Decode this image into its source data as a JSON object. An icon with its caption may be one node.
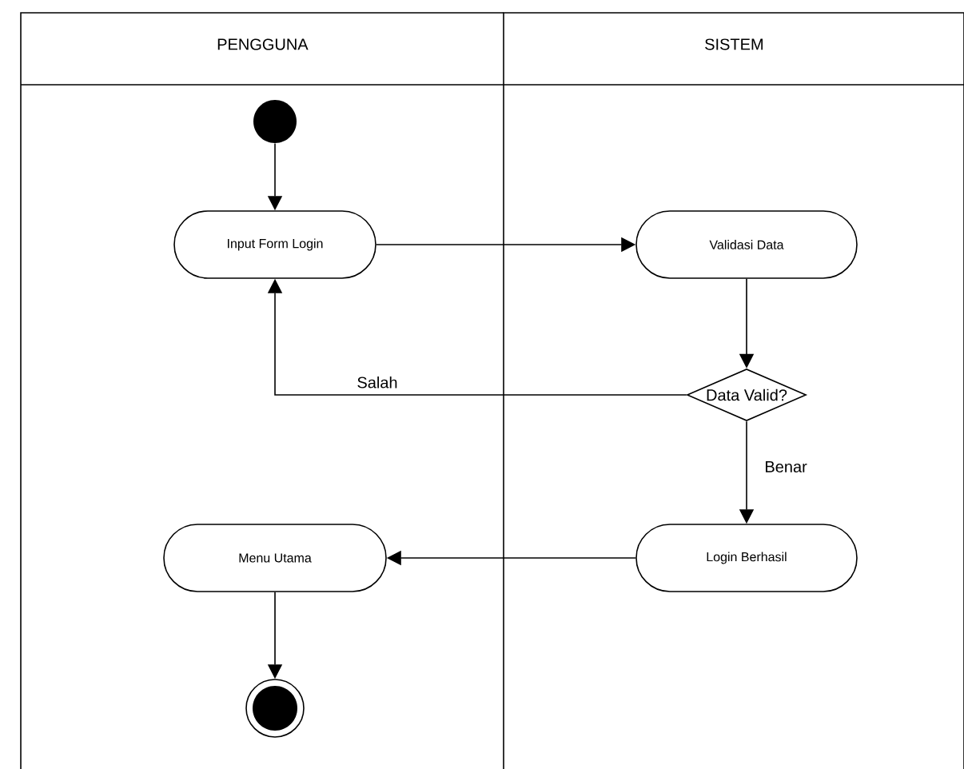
{
  "diagram": {
    "nodes": [
      {
        "text": [
          "PENGGUNA"
        ]
      },
      {
        "text": [
          "SISTEM"
        ]
      },
      {
        "text": [],
        "shape": "circle",
        "in": 0
      },
      {
        "text": [
          "Input Form Login"
        ],
        "in": 0
      },
      {
        "text": [
          "Validasi Data"
        ],
        "in": 1
      },
      {
        "text": [
          "Data Valid?"
        ],
        "in": 1
      },
      {
        "text": [
          "Login Berhasil"
        ],
        "in": 1
      },
      {
        "text": [
          "Menu Utama"
        ],
        "in": 0
      },
      {
        "text": [],
        "shape": "circle",
        "in": 0
      }
    ],
    "edges": [
      {
        "from": 2,
        "to": 3,
        "arrow": "to"
      },
      {
        "from": 3,
        "to": 4,
        "arrow": "to"
      },
      {
        "from": 4,
        "to": 5,
        "arrow": "to"
      },
      {
        "from": 5,
        "to": 3,
        "arrow": "to",
        "label": "Salah"
      },
      {
        "from": 5,
        "to": 6,
        "arrow": "to",
        "label": "Benar"
      },
      {
        "from": 6,
        "to": 7,
        "arrow": "to"
      },
      {
        "from": 7,
        "to": 8,
        "arrow": "to"
      }
    ]
  }
}
